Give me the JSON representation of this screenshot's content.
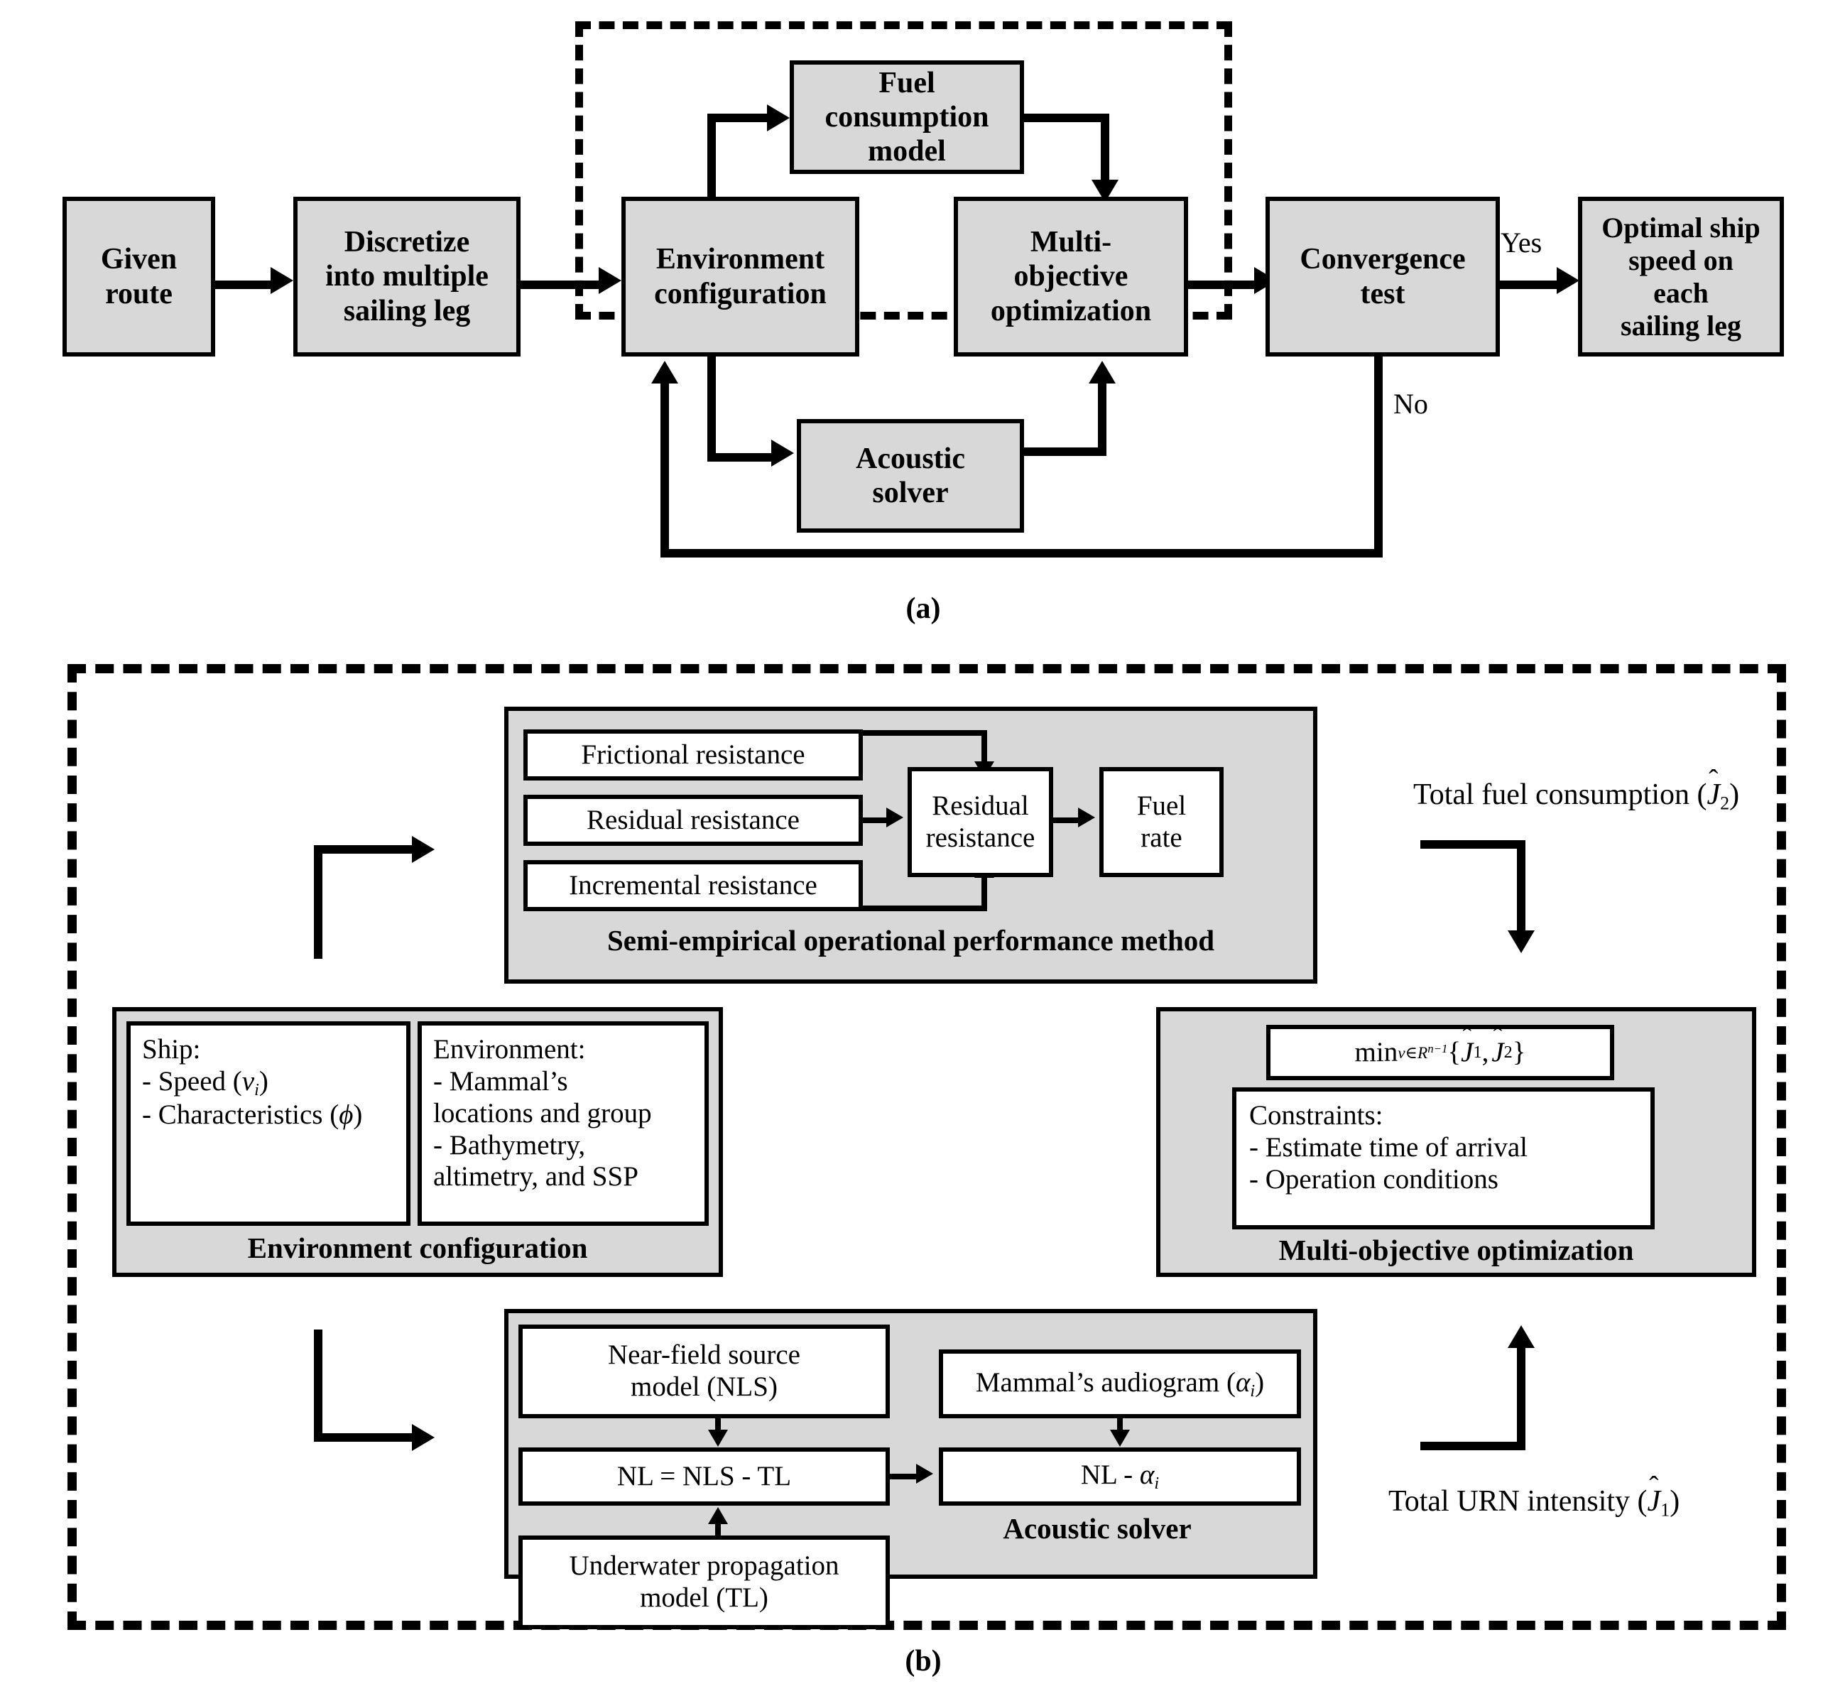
{
  "figure": {
    "panel_a_caption": "(a)",
    "panel_b_caption": "(b)"
  },
  "panel_a": {
    "nodes": {
      "given_route": "Given\nroute",
      "given_route_l1": "Given",
      "given_route_l2": "route",
      "discretize_l1": "Discretize",
      "discretize_l2": "into multiple",
      "discretize_l3": "sailing leg",
      "environment_config_l1": "Environment",
      "environment_config_l2": "configuration",
      "fuel_model_l1": "Fuel",
      "fuel_model_l2": "consumption",
      "fuel_model_l3": "model",
      "multi_objective_l1": "Multi-",
      "multi_objective_l2": "objective",
      "multi_objective_l3": "optimization",
      "acoustic_solver_l1": "Acoustic",
      "acoustic_solver_l2": "solver",
      "convergence_l1": "Convergence",
      "convergence_l2": "test",
      "optimal_l1": "Optimal ship",
      "optimal_l2": "speed on",
      "optimal_l3": "each",
      "optimal_l4": "sailing leg"
    },
    "edge_labels": {
      "yes": "Yes",
      "no": "No"
    }
  },
  "panel_b": {
    "fuel_block": {
      "title": "Semi-empirical operational performance method",
      "inputs": [
        "Frictional resistance",
        "Residual resistance",
        "Incremental resistance"
      ],
      "residual_l1": "Residual",
      "residual_l2": "resistance",
      "fuel_rate_l1": "Fuel",
      "fuel_rate_l2": "rate"
    },
    "env_block": {
      "title": "Environment configuration",
      "ship_heading": "Ship:",
      "ship_item_1_pre": "- Speed (",
      "ship_item_1_var": "v",
      "ship_item_1_sub": "i",
      "ship_item_1_post": ")",
      "ship_item_2_pre": "- Characteristics (",
      "ship_item_2_var": "ϕ",
      "ship_item_2_post": ")",
      "env_heading": "Environment:",
      "env_item_1_a": "- Mammal’s",
      "env_item_1_b": "locations and group",
      "env_item_2_a": "- Bathymetry,",
      "env_item_2_b": "altimetry, and SSP"
    },
    "opt_block": {
      "title": "Multi-objective optimization",
      "objective_min": "min",
      "objective_sub_v": "v",
      "objective_sub_in": "∈",
      "objective_sub_R": "R",
      "objective_sub_exp": "n−1",
      "objective_open": "{",
      "objective_J1_base": "J",
      "objective_J1_sub": "1",
      "objective_comma": ",",
      "objective_J2_base": "J",
      "objective_J2_sub": "2",
      "objective_close": "}",
      "hat": "ˆ",
      "constraints_heading": "Constraints:",
      "constraint_1": "- Estimate time of arrival",
      "constraint_2": "- Operation conditions"
    },
    "acoustic_block": {
      "title": "Acoustic solver",
      "nls_l1": "Near-field source",
      "nls_l2": "model (NLS)",
      "tl_l1": "Underwater propagation",
      "tl_l2": "model (TL)",
      "nl_eq": "NL = NLS - TL",
      "audiogram_pre": "Mammal’s audiogram (",
      "audiogram_var": "α",
      "audiogram_sub": "i",
      "audiogram_post": ")",
      "nl_minus_pre": "NL - ",
      "nl_minus_var": "α",
      "nl_minus_sub": "i"
    },
    "outputs": {
      "fuel_total_pre": "Total fuel consumption (",
      "fuel_total_J": "J",
      "fuel_total_sub": "2",
      "fuel_total_post": ")",
      "urn_total_pre": "Total URN intensity (",
      "urn_total_J": "J",
      "urn_total_sub": "1",
      "urn_total_post": ")",
      "hat": "ˆ"
    }
  },
  "colors": {
    "node_fill": "#d8d8d8",
    "inner_fill": "#ffffff",
    "stroke": "#000000"
  }
}
